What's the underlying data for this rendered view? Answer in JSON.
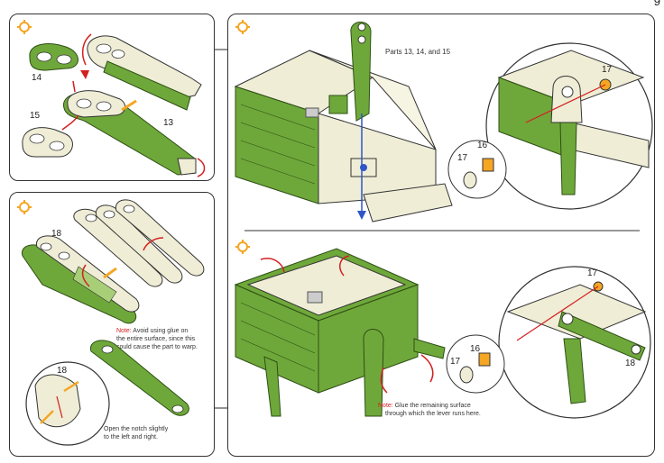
{
  "page": {
    "number": "9"
  },
  "colors": {
    "green": "#6fa83a",
    "dark_green": "#3f6f1f",
    "cream": "#efedd6",
    "red": "#d32020",
    "orange": "#f5a623",
    "blue": "#2f55c7"
  },
  "icons": {
    "step_marker": "orange-diamond-target"
  },
  "step1": {
    "label_14": "14",
    "label_15": "15",
    "label_13": "13"
  },
  "step2": {
    "label_18": "18",
    "note_prefix": "Note:",
    "note_line1": " Avoid using glue on",
    "note_line2": "the entire surface, since this",
    "note_line3": "could cause the part to warp.",
    "zoom_label_18": "18",
    "instr_line1": "Open the notch slightly",
    "instr_line2": "to the left and right."
  },
  "step3": {
    "parts_label": "Parts 13, 14, and 15",
    "label_17": "17",
    "label_16": "16",
    "label_17b": "17"
  },
  "step4": {
    "label_17": "17",
    "label_18": "18",
    "label_16": "16",
    "label_17b": "17",
    "note_prefix": "Note:",
    "note_line1": " Glue the remaining surface",
    "note_line2": "through which the lever runs here."
  }
}
